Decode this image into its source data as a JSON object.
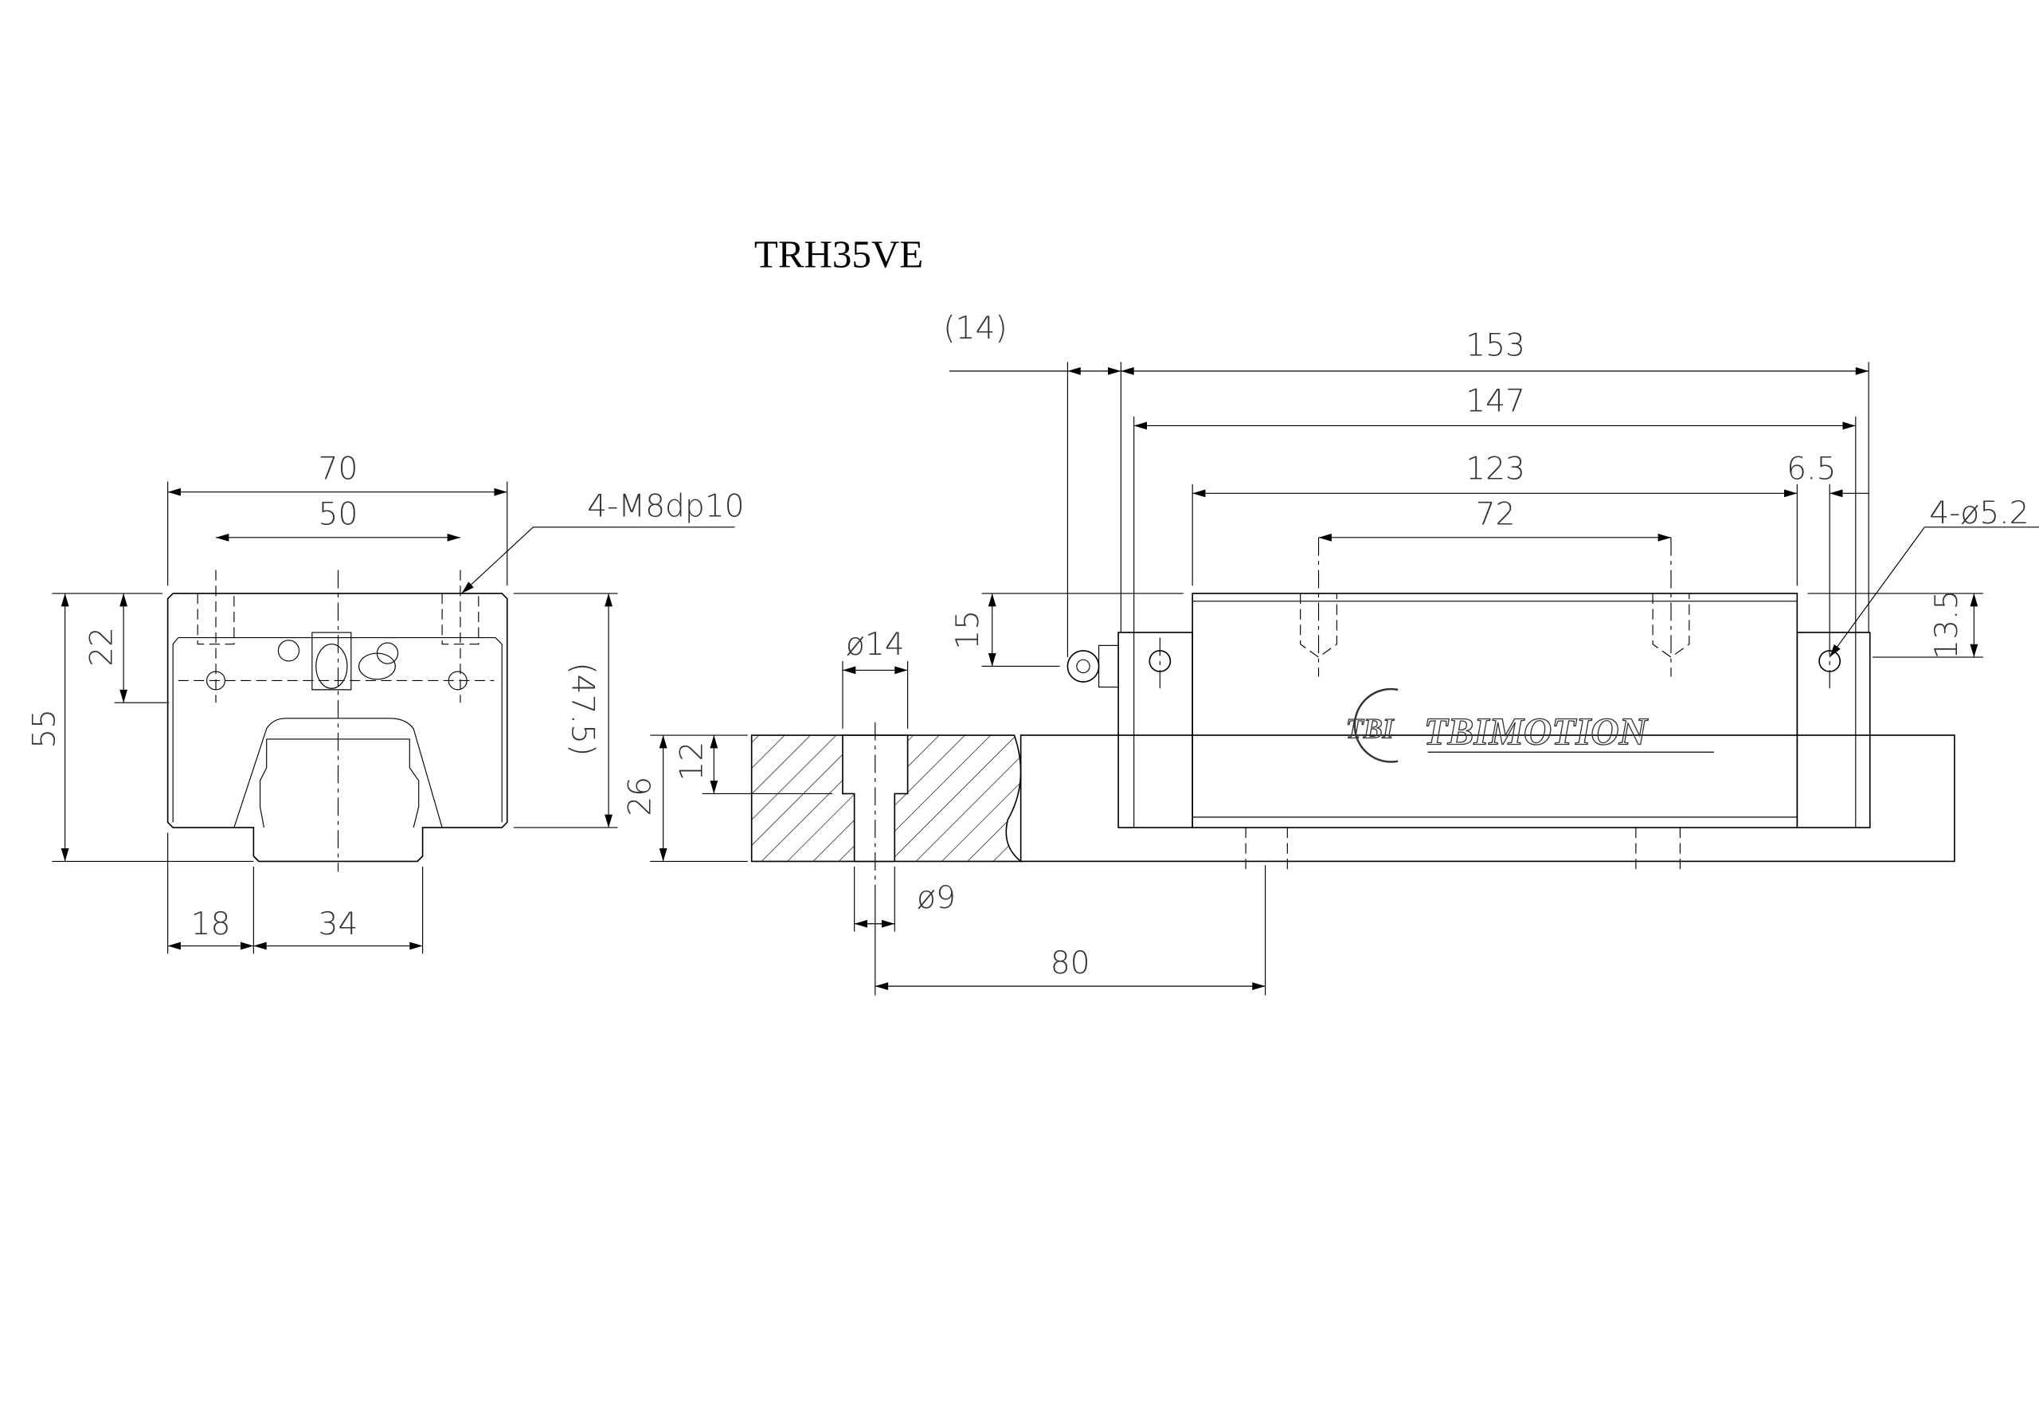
{
  "title": "TRH35VE",
  "front_view": {
    "width": "70",
    "hole_spacing": "50",
    "tap_callout": "4-M8dp10",
    "total_height": "55",
    "hole_height": "22",
    "block_height": "(47.5)",
    "edge_offset": "18",
    "rail_width": "34"
  },
  "rail_section": {
    "counterbore_dia": "ø14",
    "counterbore_depth": "12",
    "rail_height": "26",
    "hole_dia": "ø9",
    "hole_pitch": "80"
  },
  "side_view": {
    "nipple_length": "(14)",
    "overall_length": "153",
    "body_with_seals": "147",
    "body_length": "123",
    "end_offset": "6.5",
    "hole_spacing": "72",
    "nipple_height": "15",
    "hole_height": "13.5",
    "hole_callout": "4-ø5.2",
    "logo_mark": "TBI",
    "logo_text": "TBIMOTION"
  }
}
